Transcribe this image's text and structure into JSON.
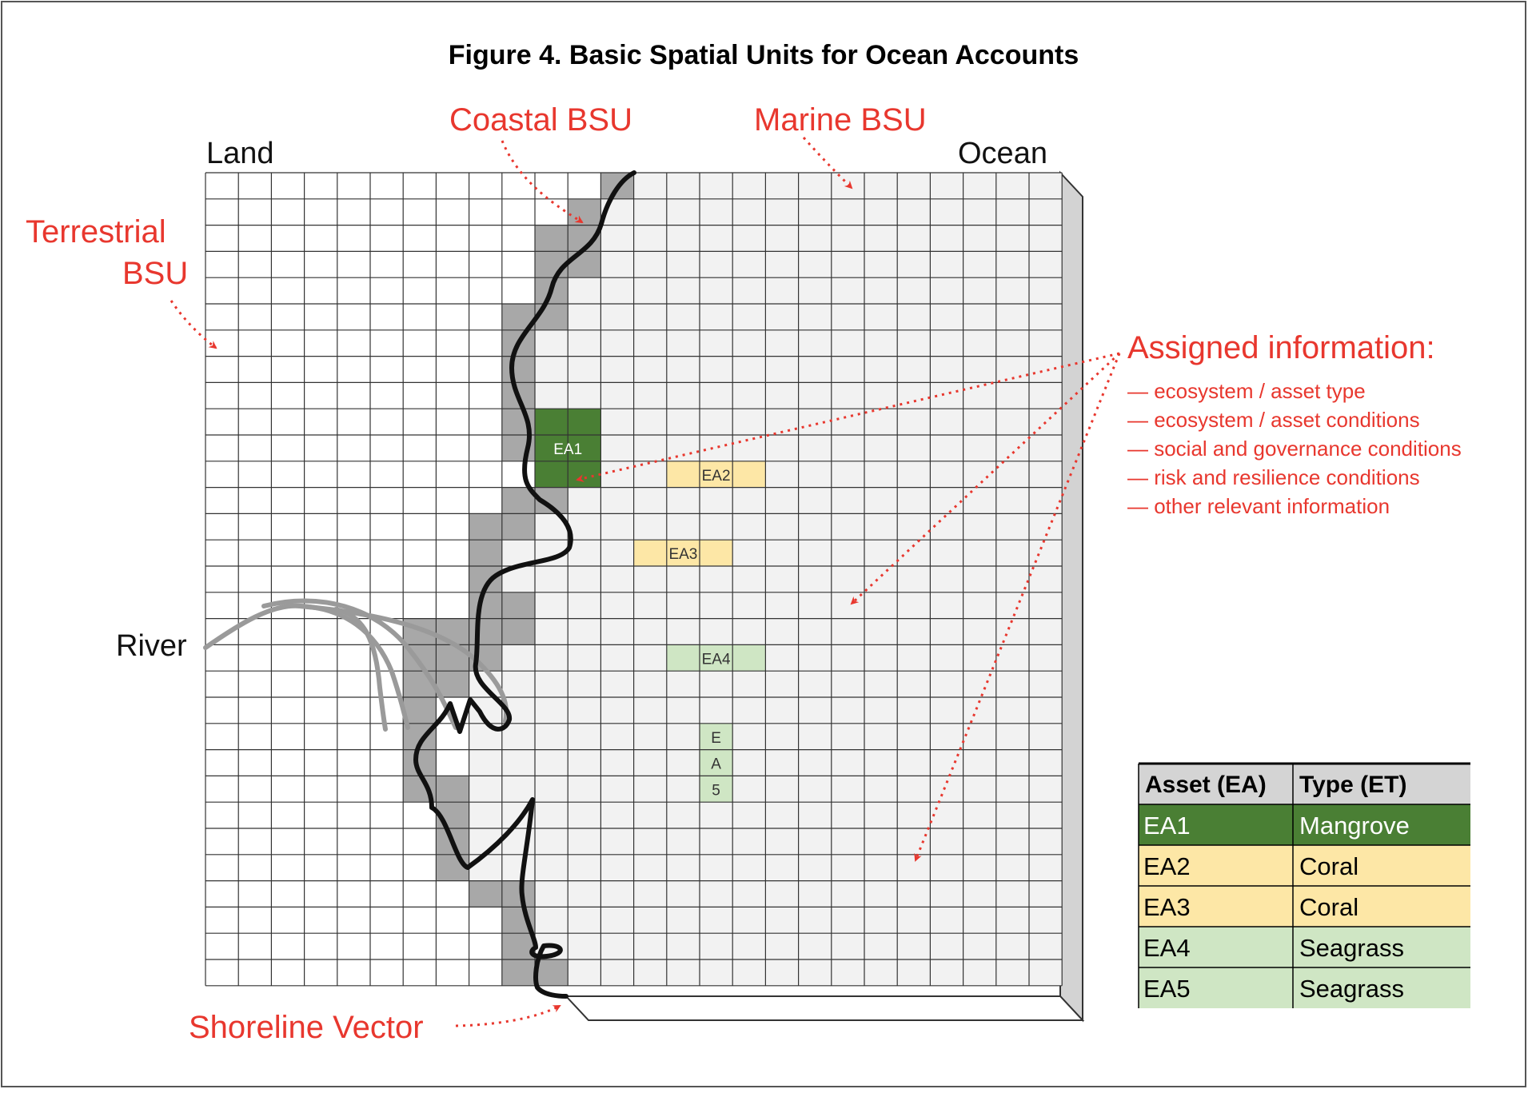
{
  "title": "Figure 4. Basic Spatial Units for Ocean Accounts",
  "labels": {
    "land": "Land",
    "ocean": "Ocean",
    "coastal_bsu": "Coastal BSU",
    "marine_bsu": "Marine BSU",
    "terrestrial_bsu_line1": "Terrestrial",
    "terrestrial_bsu_line2": "BSU",
    "river": "River",
    "shoreline_vector": "Shoreline Vector"
  },
  "assigned": {
    "heading": "Assigned information:",
    "items": [
      "— ecosystem / asset type",
      "— ecosystem / asset conditions",
      "— social and governance conditions",
      "— risk and resilience conditions",
      "— other relevant information"
    ]
  },
  "assets_in_grid": {
    "ea1": "EA1",
    "ea2": "EA2",
    "ea3": "EA3",
    "ea4": "EA4",
    "ea5_letters": [
      "E",
      "A",
      "5"
    ]
  },
  "table": {
    "headers": [
      "Asset (EA)",
      "Type (ET)"
    ],
    "rows": [
      {
        "asset": "EA1",
        "type": "Mangrove"
      },
      {
        "asset": "EA2",
        "type": "Coral"
      },
      {
        "asset": "EA3",
        "type": "Coral"
      },
      {
        "asset": "EA4",
        "type": "Seagrass"
      },
      {
        "asset": "EA5",
        "type": "Seagrass"
      }
    ]
  },
  "colors": {
    "red_annotation": "#e8372e",
    "mangrove": "#4a7f34",
    "coral": "#fde7a6",
    "seagrass": "#cfe6c4",
    "coastal_cell": "#a8a8a8",
    "ocean_cell": "#f2f2f2",
    "header_grey": "#d4d4d4"
  }
}
